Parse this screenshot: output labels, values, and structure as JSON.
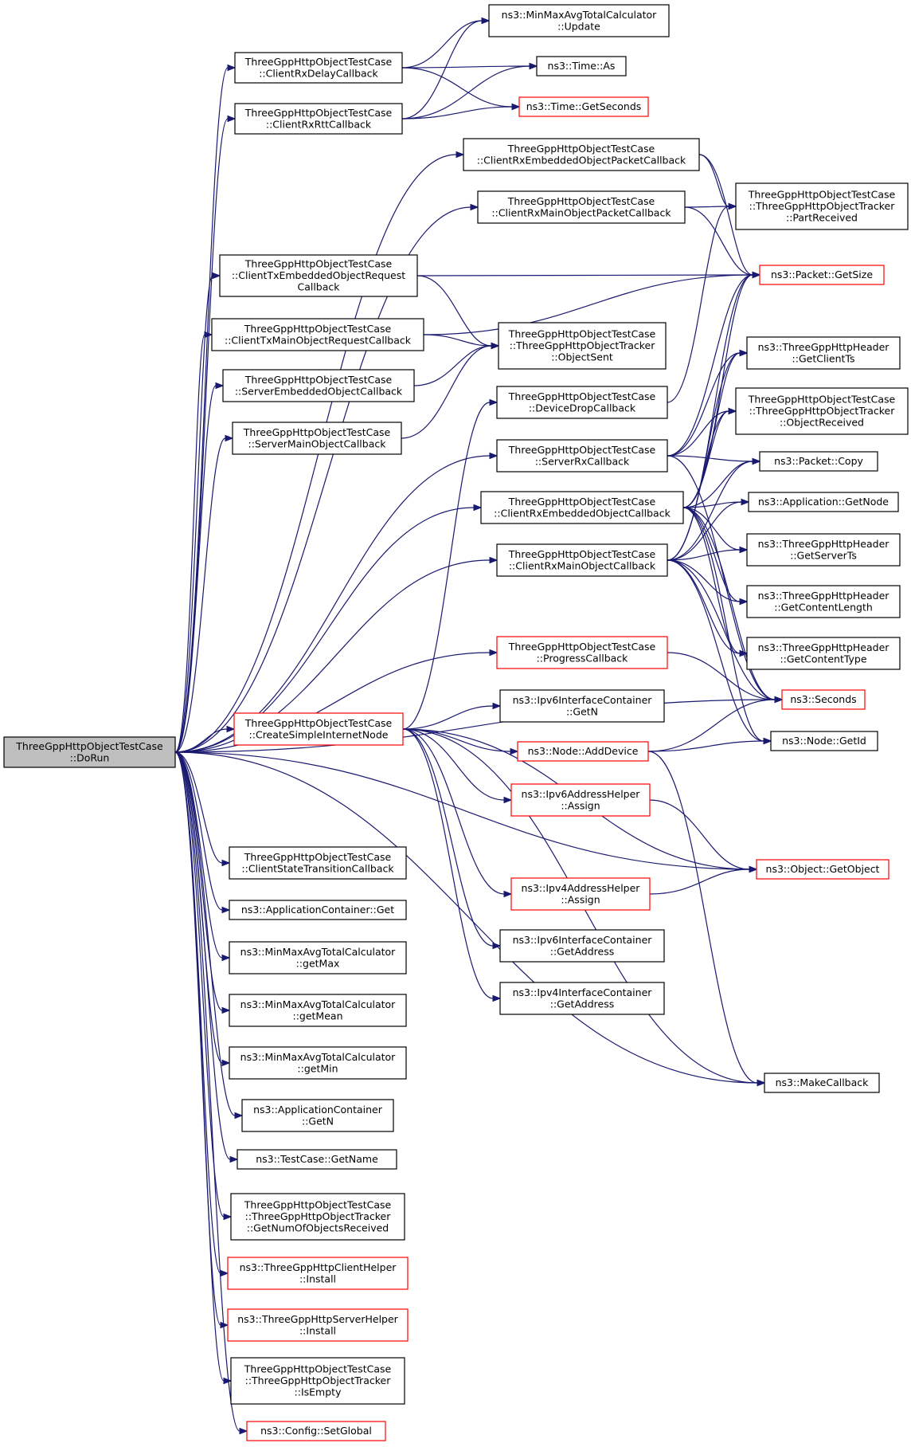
{
  "nodes": [
    {
      "id": "dorun",
      "lines": [
        "ThreeGppHttpObjectTestCase",
        "::DoRun"
      ],
      "style": "root"
    },
    {
      "id": "clientRxDelay",
      "lines": [
        "ThreeGppHttpObjectTestCase",
        "::ClientRxDelayCallback"
      ],
      "style": "normal"
    },
    {
      "id": "clientRxRtt",
      "lines": [
        "ThreeGppHttpObjectTestCase",
        "::ClientRxRttCallback"
      ],
      "style": "normal"
    },
    {
      "id": "mmUpdate",
      "lines": [
        "ns3::MinMaxAvgTotalCalculator",
        "::Update"
      ],
      "style": "normal"
    },
    {
      "id": "timeAs",
      "lines": [
        "ns3::Time::As"
      ],
      "style": "normal"
    },
    {
      "id": "timeGetSeconds",
      "lines": [
        "ns3::Time::GetSeconds"
      ],
      "style": "red"
    },
    {
      "id": "clientRxEmbPkt",
      "lines": [
        "ThreeGppHttpObjectTestCase",
        "::ClientRxEmbeddedObjectPacketCallback"
      ],
      "style": "normal"
    },
    {
      "id": "clientRxMainPkt",
      "lines": [
        "ThreeGppHttpObjectTestCase",
        "::ClientRxMainObjectPacketCallback"
      ],
      "style": "normal"
    },
    {
      "id": "partReceived",
      "lines": [
        "ThreeGppHttpObjectTestCase",
        "::ThreeGppHttpObjectTracker",
        "::PartReceived"
      ],
      "style": "normal"
    },
    {
      "id": "clientTxEmbReq",
      "lines": [
        "ThreeGppHttpObjectTestCase",
        "::ClientTxEmbeddedObjectRequest",
        "Callback"
      ],
      "style": "normal"
    },
    {
      "id": "pktGetSize",
      "lines": [
        "ns3::Packet::GetSize"
      ],
      "style": "red"
    },
    {
      "id": "clientTxMainReq",
      "lines": [
        "ThreeGppHttpObjectTestCase",
        "::ClientTxMainObjectRequestCallback"
      ],
      "style": "normal"
    },
    {
      "id": "objectSent",
      "lines": [
        "ThreeGppHttpObjectTestCase",
        "::ThreeGppHttpObjectTracker",
        "::ObjectSent"
      ],
      "style": "normal"
    },
    {
      "id": "serverEmbObj",
      "lines": [
        "ThreeGppHttpObjectTestCase",
        "::ServerEmbeddedObjectCallback"
      ],
      "style": "normal"
    },
    {
      "id": "getClientTs",
      "lines": [
        "ns3::ThreeGppHttpHeader",
        "::GetClientTs"
      ],
      "style": "normal"
    },
    {
      "id": "deviceDrop",
      "lines": [
        "ThreeGppHttpObjectTestCase",
        "::DeviceDropCallback"
      ],
      "style": "normal"
    },
    {
      "id": "objectReceived",
      "lines": [
        "ThreeGppHttpObjectTestCase",
        "::ThreeGppHttpObjectTracker",
        "::ObjectReceived"
      ],
      "style": "normal"
    },
    {
      "id": "serverMainObj",
      "lines": [
        "ThreeGppHttpObjectTestCase",
        "::ServerMainObjectCallback"
      ],
      "style": "normal"
    },
    {
      "id": "serverRx",
      "lines": [
        "ThreeGppHttpObjectTestCase",
        "::ServerRxCallback"
      ],
      "style": "normal"
    },
    {
      "id": "pktCopy",
      "lines": [
        "ns3::Packet::Copy"
      ],
      "style": "normal"
    },
    {
      "id": "clientRxEmbObj",
      "lines": [
        "ThreeGppHttpObjectTestCase",
        "::ClientRxEmbeddedObjectCallback"
      ],
      "style": "normal"
    },
    {
      "id": "appGetNode",
      "lines": [
        "ns3::Application::GetNode"
      ],
      "style": "normal"
    },
    {
      "id": "getServerTs",
      "lines": [
        "ns3::ThreeGppHttpHeader",
        "::GetServerTs"
      ],
      "style": "normal"
    },
    {
      "id": "clientRxMainObj",
      "lines": [
        "ThreeGppHttpObjectTestCase",
        "::ClientRxMainObjectCallback"
      ],
      "style": "normal"
    },
    {
      "id": "getContentLength",
      "lines": [
        "ns3::ThreeGppHttpHeader",
        "::GetContentLength"
      ],
      "style": "normal"
    },
    {
      "id": "progressCb",
      "lines": [
        "ThreeGppHttpObjectTestCase",
        "::ProgressCallback"
      ],
      "style": "red"
    },
    {
      "id": "getContentType",
      "lines": [
        "ns3::ThreeGppHttpHeader",
        "::GetContentType"
      ],
      "style": "normal"
    },
    {
      "id": "seconds",
      "lines": [
        "ns3::Seconds"
      ],
      "style": "red"
    },
    {
      "id": "createNode",
      "lines": [
        "ThreeGppHttpObjectTestCase",
        "::CreateSimpleInternetNode"
      ],
      "style": "red"
    },
    {
      "id": "ipv6GetN",
      "lines": [
        "ns3::Ipv6InterfaceContainer",
        "::GetN"
      ],
      "style": "normal"
    },
    {
      "id": "nodeAddDevice",
      "lines": [
        "ns3::Node::AddDevice"
      ],
      "style": "red"
    },
    {
      "id": "nodeGetId",
      "lines": [
        "ns3::Node::GetId"
      ],
      "style": "normal"
    },
    {
      "id": "ipv6Assign",
      "lines": [
        "ns3::Ipv6AddressHelper",
        "::Assign"
      ],
      "style": "red"
    },
    {
      "id": "clientStateTrans",
      "lines": [
        "ThreeGppHttpObjectTestCase",
        "::ClientStateTransitionCallback"
      ],
      "style": "normal"
    },
    {
      "id": "objGetObject",
      "lines": [
        "ns3::Object::GetObject"
      ],
      "style": "red"
    },
    {
      "id": "ipv4Assign",
      "lines": [
        "ns3::Ipv4AddressHelper",
        "::Assign"
      ],
      "style": "red"
    },
    {
      "id": "appContGet",
      "lines": [
        "ns3::ApplicationContainer::Get"
      ],
      "style": "normal"
    },
    {
      "id": "ipv6GetAddress",
      "lines": [
        "ns3::Ipv6InterfaceContainer",
        "::GetAddress"
      ],
      "style": "normal"
    },
    {
      "id": "mmGetMax",
      "lines": [
        "ns3::MinMaxAvgTotalCalculator",
        "::getMax"
      ],
      "style": "normal"
    },
    {
      "id": "ipv4GetAddress",
      "lines": [
        "ns3::Ipv4InterfaceContainer",
        "::GetAddress"
      ],
      "style": "normal"
    },
    {
      "id": "mmGetMean",
      "lines": [
        "ns3::MinMaxAvgTotalCalculator",
        "::getMean"
      ],
      "style": "normal"
    },
    {
      "id": "mmGetMin",
      "lines": [
        "ns3::MinMaxAvgTotalCalculator",
        "::getMin"
      ],
      "style": "normal"
    },
    {
      "id": "makeCallback",
      "lines": [
        "ns3::MakeCallback"
      ],
      "style": "normal"
    },
    {
      "id": "appContGetN",
      "lines": [
        "ns3::ApplicationContainer",
        "::GetN"
      ],
      "style": "normal"
    },
    {
      "id": "testCaseGetName",
      "lines": [
        "ns3::TestCase::GetName"
      ],
      "style": "normal"
    },
    {
      "id": "getNumObjRecv",
      "lines": [
        "ThreeGppHttpObjectTestCase",
        "::ThreeGppHttpObjectTracker",
        "::GetNumOfObjectsReceived"
      ],
      "style": "normal"
    },
    {
      "id": "clientHelperInstall",
      "lines": [
        "ns3::ThreeGppHttpClientHelper",
        "::Install"
      ],
      "style": "red"
    },
    {
      "id": "serverHelperInstall",
      "lines": [
        "ns3::ThreeGppHttpServerHelper",
        "::Install"
      ],
      "style": "red"
    },
    {
      "id": "isEmpty",
      "lines": [
        "ThreeGppHttpObjectTestCase",
        "::ThreeGppHttpObjectTracker",
        "::IsEmpty"
      ],
      "style": "normal"
    },
    {
      "id": "configSetGlobal",
      "lines": [
        "ns3::Config::SetGlobal"
      ],
      "style": "red"
    }
  ],
  "edges": [
    [
      "dorun",
      "clientRxDelay"
    ],
    [
      "dorun",
      "clientRxRtt"
    ],
    [
      "dorun",
      "clientRxEmbPkt"
    ],
    [
      "dorun",
      "clientRxMainPkt"
    ],
    [
      "dorun",
      "clientTxEmbReq"
    ],
    [
      "dorun",
      "clientTxMainReq"
    ],
    [
      "dorun",
      "serverEmbObj"
    ],
    [
      "dorun",
      "serverMainObj"
    ],
    [
      "dorun",
      "serverRx"
    ],
    [
      "dorun",
      "clientRxEmbObj"
    ],
    [
      "dorun",
      "clientRxMainObj"
    ],
    [
      "dorun",
      "seconds"
    ],
    [
      "dorun",
      "progressCb"
    ],
    [
      "dorun",
      "createNode"
    ],
    [
      "dorun",
      "objGetObject"
    ],
    [
      "dorun",
      "makeCallback"
    ],
    [
      "dorun",
      "clientStateTrans"
    ],
    [
      "dorun",
      "appContGet"
    ],
    [
      "dorun",
      "mmGetMax"
    ],
    [
      "dorun",
      "mmGetMean"
    ],
    [
      "dorun",
      "mmGetMin"
    ],
    [
      "dorun",
      "appContGetN"
    ],
    [
      "dorun",
      "testCaseGetName"
    ],
    [
      "dorun",
      "getNumObjRecv"
    ],
    [
      "dorun",
      "clientHelperInstall"
    ],
    [
      "dorun",
      "serverHelperInstall"
    ],
    [
      "dorun",
      "isEmpty"
    ],
    [
      "dorun",
      "configSetGlobal"
    ],
    [
      "clientRxDelay",
      "mmUpdate"
    ],
    [
      "clientRxDelay",
      "timeAs"
    ],
    [
      "clientRxDelay",
      "timeGetSeconds"
    ],
    [
      "clientRxRtt",
      "mmUpdate"
    ],
    [
      "clientRxRtt",
      "timeAs"
    ],
    [
      "clientRxRtt",
      "timeGetSeconds"
    ],
    [
      "clientRxEmbPkt",
      "partReceived"
    ],
    [
      "clientRxEmbPkt",
      "pktGetSize"
    ],
    [
      "clientRxMainPkt",
      "partReceived"
    ],
    [
      "clientRxMainPkt",
      "pktGetSize"
    ],
    [
      "clientTxEmbReq",
      "pktGetSize"
    ],
    [
      "clientTxEmbReq",
      "objectSent"
    ],
    [
      "clientTxMainReq",
      "pktGetSize"
    ],
    [
      "clientTxMainReq",
      "objectSent"
    ],
    [
      "serverEmbObj",
      "objectSent"
    ],
    [
      "serverMainObj",
      "objectSent"
    ],
    [
      "deviceDrop",
      "partReceived"
    ],
    [
      "serverRx",
      "pktGetSize"
    ],
    [
      "serverRx",
      "getClientTs"
    ],
    [
      "serverRx",
      "objectReceived"
    ],
    [
      "serverRx",
      "pktCopy"
    ],
    [
      "serverRx",
      "seconds"
    ],
    [
      "clientRxEmbObj",
      "pktGetSize"
    ],
    [
      "clientRxEmbObj",
      "getClientTs"
    ],
    [
      "clientRxEmbObj",
      "objectReceived"
    ],
    [
      "clientRxEmbObj",
      "pktCopy"
    ],
    [
      "clientRxEmbObj",
      "appGetNode"
    ],
    [
      "clientRxEmbObj",
      "getServerTs"
    ],
    [
      "clientRxEmbObj",
      "getContentLength"
    ],
    [
      "clientRxEmbObj",
      "getContentType"
    ],
    [
      "clientRxEmbObj",
      "seconds"
    ],
    [
      "clientRxEmbObj",
      "nodeGetId"
    ],
    [
      "clientRxMainObj",
      "pktGetSize"
    ],
    [
      "clientRxMainObj",
      "getClientTs"
    ],
    [
      "clientRxMainObj",
      "objectReceived"
    ],
    [
      "clientRxMainObj",
      "pktCopy"
    ],
    [
      "clientRxMainObj",
      "appGetNode"
    ],
    [
      "clientRxMainObj",
      "getServerTs"
    ],
    [
      "clientRxMainObj",
      "getContentLength"
    ],
    [
      "clientRxMainObj",
      "getContentType"
    ],
    [
      "clientRxMainObj",
      "seconds"
    ],
    [
      "clientRxMainObj",
      "nodeGetId"
    ],
    [
      "progressCb",
      "seconds"
    ],
    [
      "createNode",
      "deviceDrop"
    ],
    [
      "createNode",
      "ipv6GetN"
    ],
    [
      "createNode",
      "nodeAddDevice"
    ],
    [
      "createNode",
      "ipv6Assign"
    ],
    [
      "createNode",
      "objGetObject"
    ],
    [
      "createNode",
      "ipv4Assign"
    ],
    [
      "createNode",
      "ipv6GetAddress"
    ],
    [
      "createNode",
      "ipv4GetAddress"
    ],
    [
      "createNode",
      "makeCallback"
    ],
    [
      "nodeAddDevice",
      "seconds"
    ],
    [
      "nodeAddDevice",
      "nodeGetId"
    ],
    [
      "nodeAddDevice",
      "makeCallback"
    ],
    [
      "ipv6Assign",
      "objGetObject"
    ],
    [
      "ipv4Assign",
      "objGetObject"
    ]
  ]
}
